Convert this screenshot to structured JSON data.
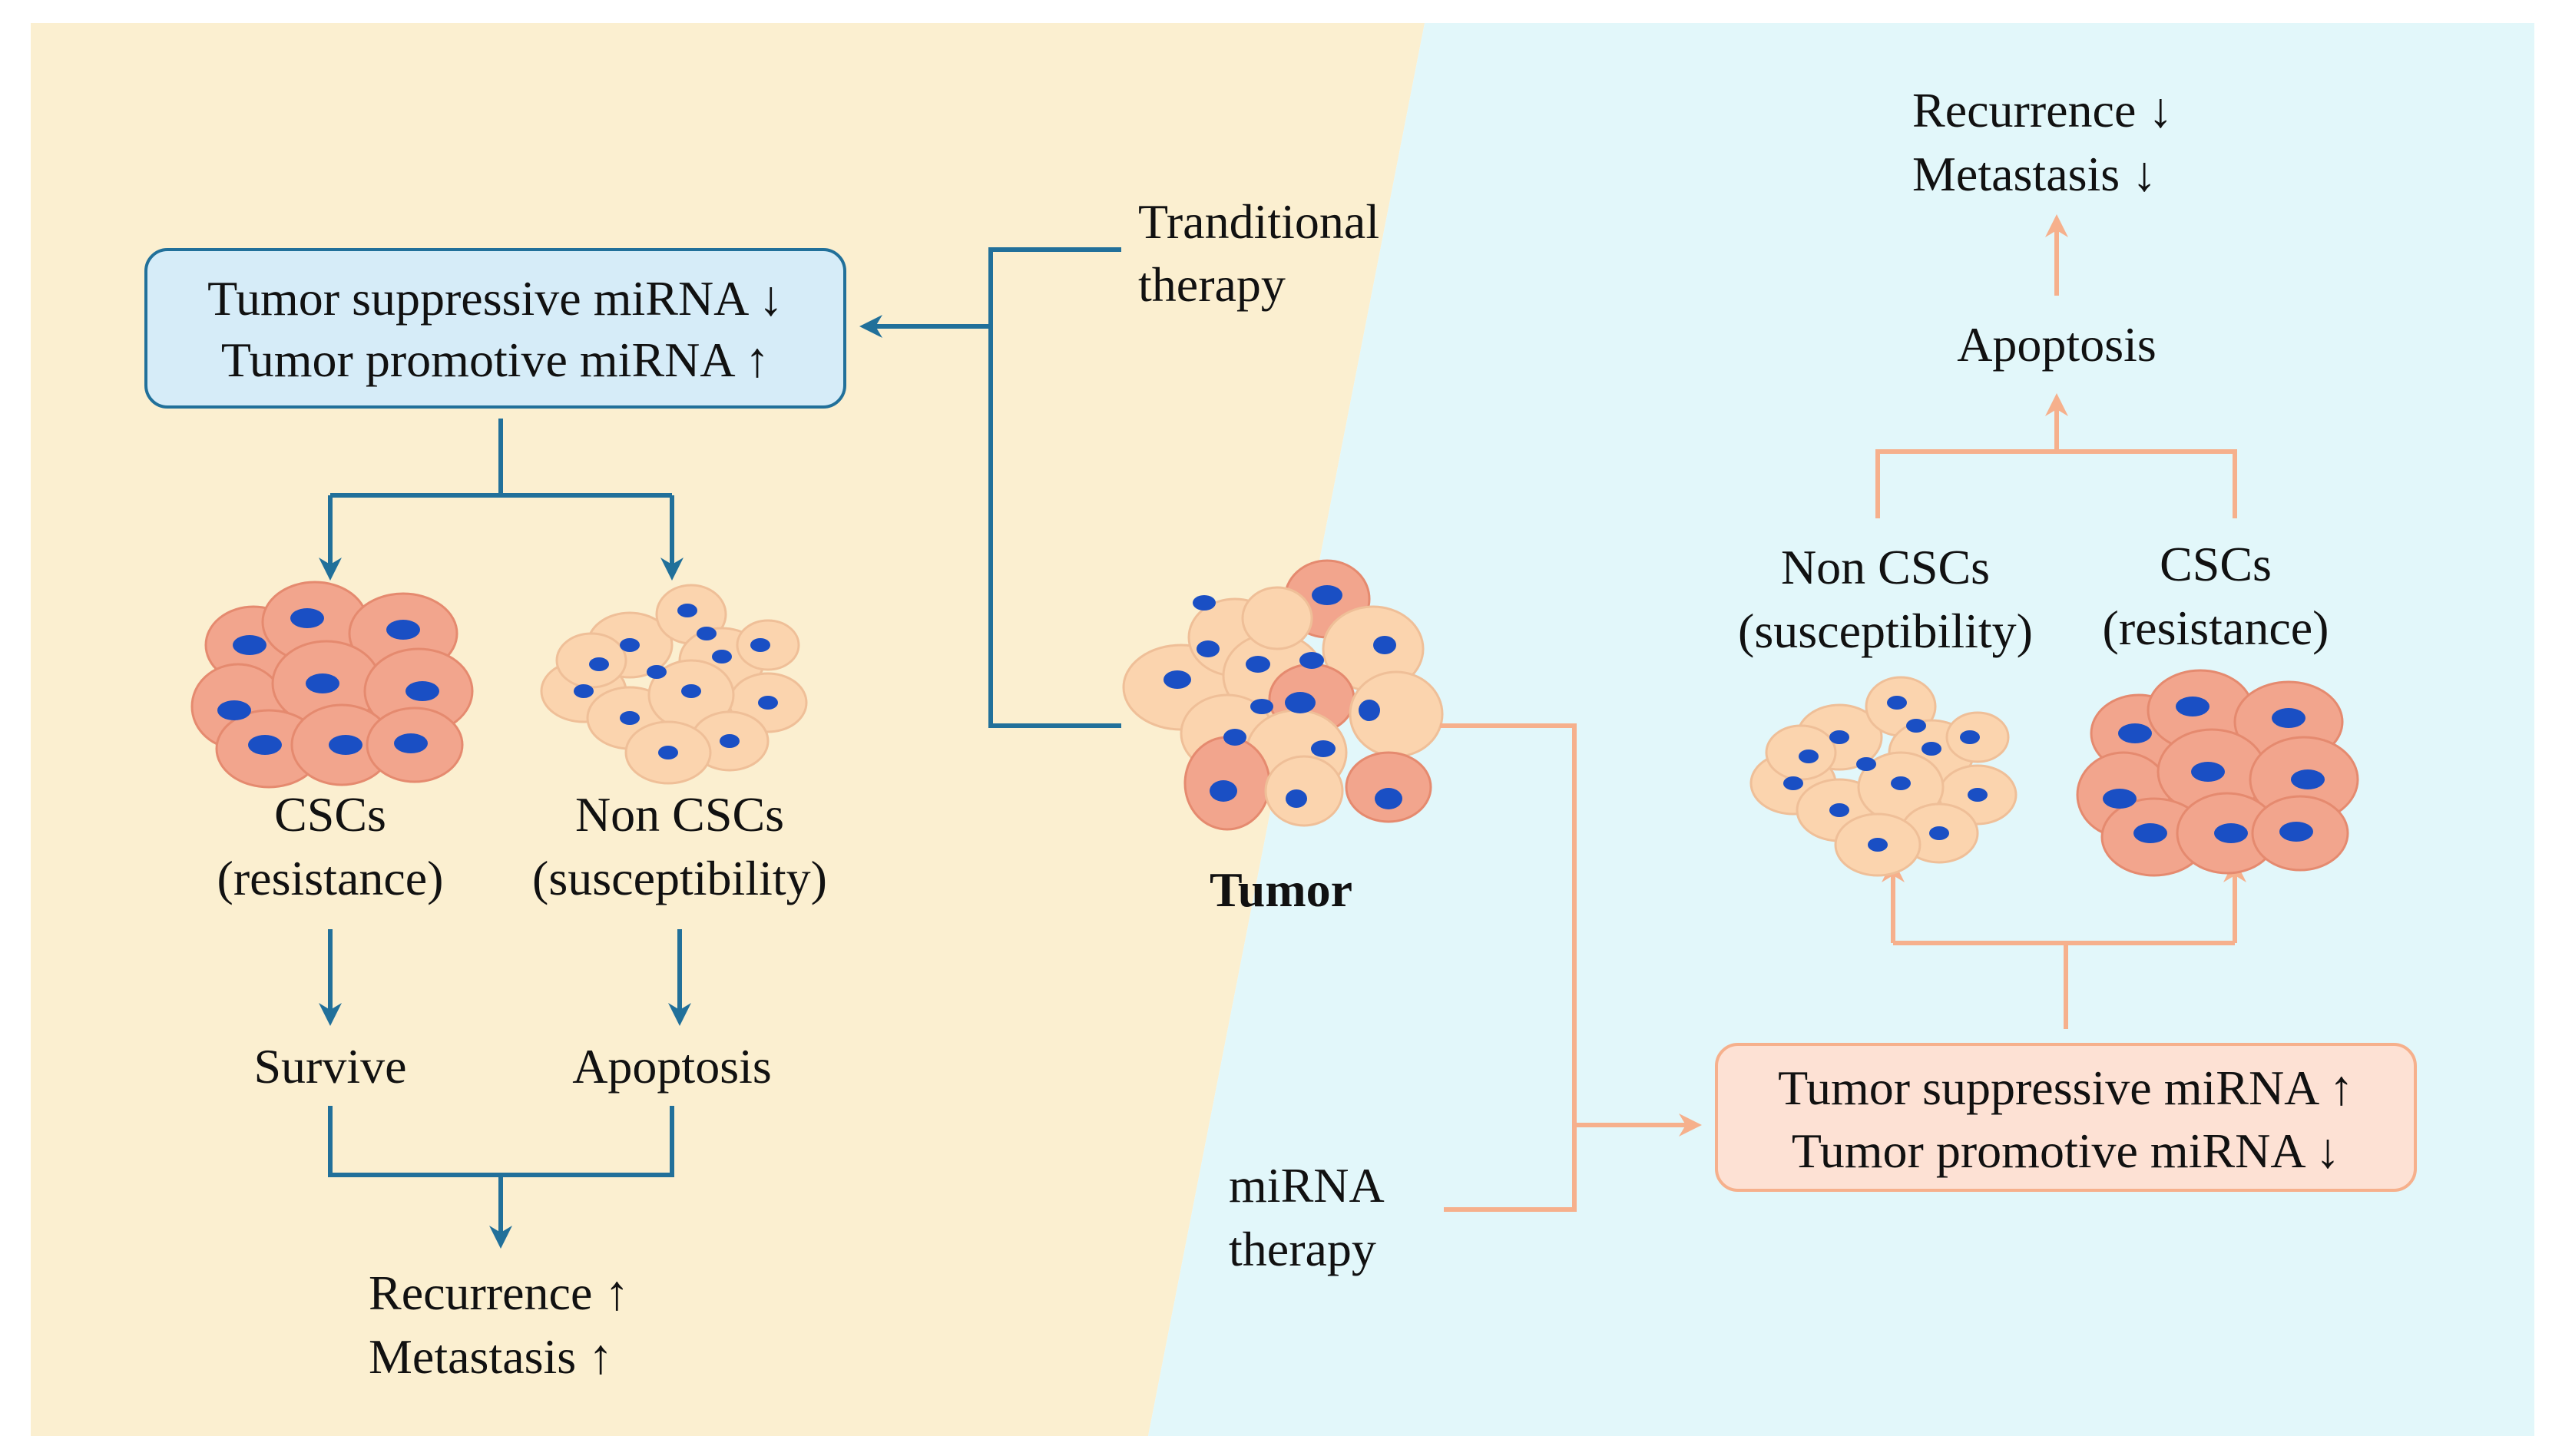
{
  "colors": {
    "left_panel": "#fbefd0",
    "right_panel": "#e2f7fa",
    "blue_line": "#21709a",
    "orange_line": "#f6b08c",
    "box_blue_fill": "#d6ecf8",
    "box_orange_fill": "#fde1d4",
    "csc_cell": "#f2a58d",
    "noncsc_cell": "#fbd4ae",
    "nucleus": "#1a4fc4"
  },
  "center": {
    "tumor_label": "Tumor",
    "traditional_therapy": [
      "Tranditional",
      "therapy"
    ],
    "mirna_therapy": [
      "miRNA",
      "therapy"
    ]
  },
  "left": {
    "box_lines": [
      "Tumor suppressive miRNA ↓",
      "Tumor promotive miRNA ↑"
    ],
    "cscs_label": [
      "CSCs",
      "(resistance)"
    ],
    "noncscs_label": [
      "Non CSCs",
      "(susceptibility)"
    ],
    "survive": "Survive",
    "apoptosis": "Apoptosis",
    "outcome": [
      "Recurrence ↑",
      "Metastasis ↑"
    ]
  },
  "right": {
    "outcome": [
      "Recurrence ↓",
      "Metastasis ↓"
    ],
    "apoptosis": "Apoptosis",
    "noncscs_label": [
      "Non CSCs",
      "(susceptibility)"
    ],
    "cscs_label": [
      "CSCs",
      "(resistance)"
    ],
    "box_lines": [
      "Tumor suppressive miRNA ↑",
      "Tumor promotive miRNA ↓"
    ]
  }
}
